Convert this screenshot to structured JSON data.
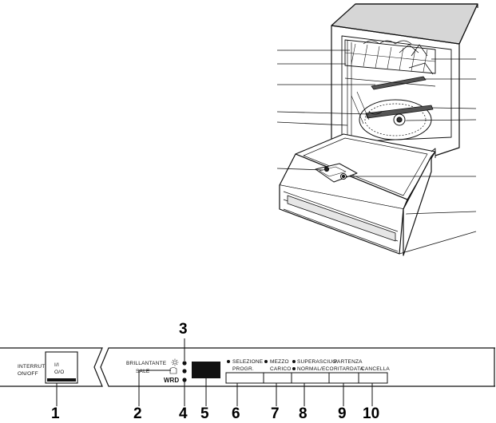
{
  "panel": {
    "left_labels": [
      "INTERRUTTORE",
      "ON/OFF"
    ],
    "switch_marks": [
      "I/I",
      "O/O"
    ],
    "led_labels": {
      "brillantante": "BRILLANTANTE",
      "sale": "SALE",
      "wrd": "WRD"
    },
    "button_labels": {
      "b6": [
        "SELEZIONE",
        "PROGR."
      ],
      "b7": [
        "MEZZO",
        "CARICO"
      ],
      "b8": [
        "SUPERASCIUG.",
        "NORMAL/ECO"
      ],
      "b9": [
        "PARTENZA",
        "RITARDATA"
      ],
      "b10": [
        "CANCELLA"
      ]
    }
  },
  "callouts": [
    "1",
    "2",
    "3",
    "4",
    "5",
    "6",
    "7",
    "8",
    "9",
    "10"
  ]
}
